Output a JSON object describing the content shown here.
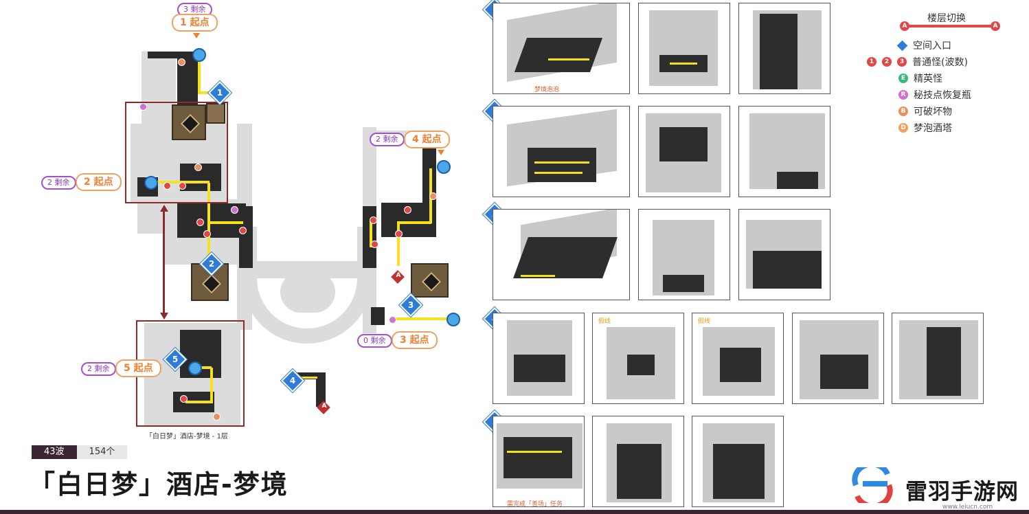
{
  "map": {
    "frame_caption": "「白日梦」酒店-梦境 - 1层",
    "starts": [
      {
        "remain": "3 剩余",
        "label": "1  起点"
      },
      {
        "remain": "2 剩余",
        "label": "2  起点"
      },
      {
        "remain": "2 剩余",
        "label": "4  起点"
      },
      {
        "remain": "0 剩余",
        "label": "3  起点"
      },
      {
        "remain": "2 剩余",
        "label": "5  起点"
      }
    ],
    "entry_numbers": [
      "1",
      "2",
      "3",
      "4",
      "5"
    ],
    "marker_A": "A"
  },
  "stats": {
    "waves": "43波",
    "count": "154个"
  },
  "title": "「白日梦」酒店-梦境",
  "rows": [
    {
      "number": "1",
      "tag": "梦境泡泡"
    },
    {
      "number": "2"
    },
    {
      "number": "3"
    },
    {
      "number": "4",
      "tag": "假线"
    },
    {
      "number": "5",
      "tag": "需完成「善场」任务"
    }
  ],
  "legend": {
    "title": "楼层切换",
    "items": [
      {
        "icon": "1",
        "label": "空间入口",
        "color": "#2e7bd8"
      },
      {
        "icon": "1 2 3",
        "label": "普通怪(波数)",
        "color": "#e04848"
      },
      {
        "icon": "E",
        "label": "精英怪",
        "color": "#3cb878"
      },
      {
        "icon": "R",
        "label": "秘技点恢复瓶",
        "color": "#d070d0"
      },
      {
        "icon": "B",
        "label": "可破坏物",
        "color": "#e89060"
      },
      {
        "icon": "D",
        "label": "梦泡酒塔",
        "color": "#f0a060"
      }
    ]
  },
  "watermark": {
    "name": "雷羽手游网",
    "url": "www.leiucn.com"
  }
}
